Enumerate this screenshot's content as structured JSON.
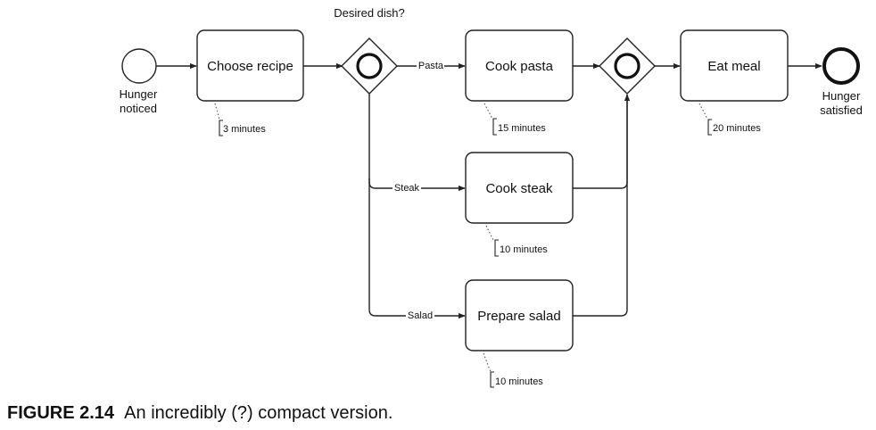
{
  "diagram": {
    "gateway_question": "Desired dish?",
    "start_event": {
      "label_line1": "Hunger",
      "label_line2": "noticed"
    },
    "end_event": {
      "label_line1": "Hunger",
      "label_line2": "satisfied"
    },
    "tasks": {
      "choose_recipe": "Choose recipe",
      "cook_pasta": "Cook pasta",
      "cook_steak": "Cook steak",
      "prepare_salad": "Prepare salad",
      "eat_meal": "Eat meal"
    },
    "flow_labels": {
      "pasta": "Pasta",
      "steak": "Steak",
      "salad": "Salad"
    },
    "annotations": {
      "choose_recipe": "3 minutes",
      "cook_pasta": "15 minutes",
      "cook_steak": "10 minutes",
      "prepare_salad": "10 minutes",
      "eat_meal": "20 minutes"
    }
  },
  "caption": {
    "number": "FIGURE 2.14",
    "text": "An incredibly (?) compact version."
  }
}
